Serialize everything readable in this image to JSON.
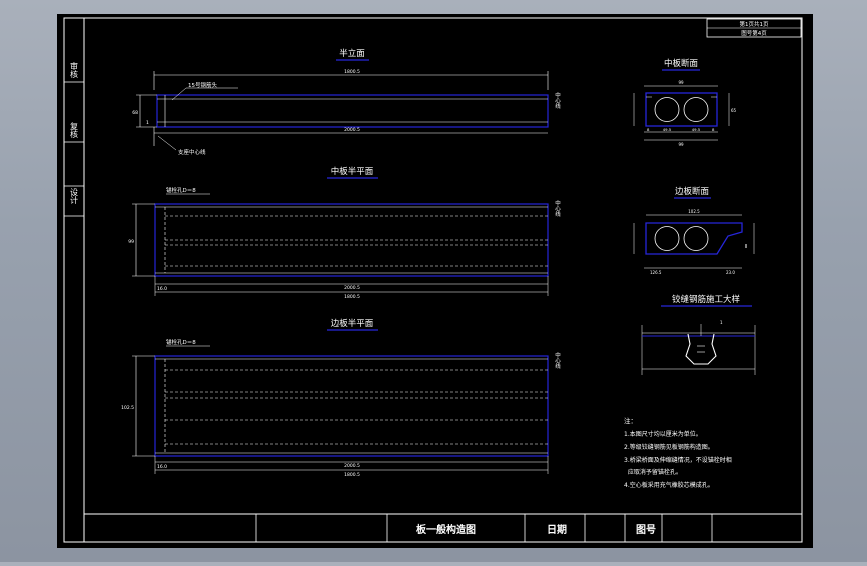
{
  "drawing": {
    "sheet": {
      "line1": "第1页共1页",
      "line2": "图号第4页"
    },
    "side_stamps": [
      "审核",
      "复核",
      "设计"
    ],
    "views": {
      "half_elevation": {
        "title": "半立面",
        "note_anchor": "15号钢筋头",
        "note_support": "支座中心线",
        "dim_total": "1800.5",
        "dim_half": "2000.5",
        "dim_h1": "68",
        "dim_h2": "1",
        "center_label": "中心线"
      },
      "mid_plan": {
        "title": "中板半平面",
        "hole_label": "锚栓孔D＝8",
        "dim_width": "99",
        "dim_bottom_left": "16.0",
        "dim_bottom_mid": "2000.5",
        "dim_bottom_total": "1800.5",
        "center_label": "中心线"
      },
      "edge_plan": {
        "title": "边板半平面",
        "hole_label": "锚栓孔D＝8",
        "dim_width": "102.5",
        "dim_bottom_left": "16.0",
        "dim_bottom_mid": "2000.5",
        "dim_bottom_total": "1800.5",
        "center_label": "中心线"
      },
      "mid_section": {
        "title": "中板断面",
        "dim_top": "99",
        "dim_bottom": "99",
        "dim_parts": [
          "8",
          "49.5",
          "49.5",
          "8"
        ],
        "dim_height": "65"
      },
      "edge_section": {
        "title": "边板断面",
        "dim_top": "102.5",
        "dim_bottom_left": "126.5",
        "dim_bottom_right": "23.0"
      },
      "hinge_detail": {
        "title": "铰缝钢筋施工大样",
        "dim": "1"
      }
    },
    "notes": {
      "heading": "注：",
      "items": [
        "1.本图尺寸均以厘米为单位。",
        "2.等级铰缝钢筋见板钢筋构造图。",
        "3.桥梁桥面及伸缩缝情况，不设锚栓时相",
        "  应取消予留锚栓孔。",
        "4.空心板采用充气橡胶芯模成孔。"
      ]
    },
    "title_block": {
      "drawing_name": "板一般构造图",
      "date_label": "日期",
      "drawing_no_label": "图号"
    }
  },
  "colors": {
    "background": "#000000",
    "frame": "#ffffff",
    "outline_blue": "#2626d9",
    "text_white": "#ffffff"
  }
}
